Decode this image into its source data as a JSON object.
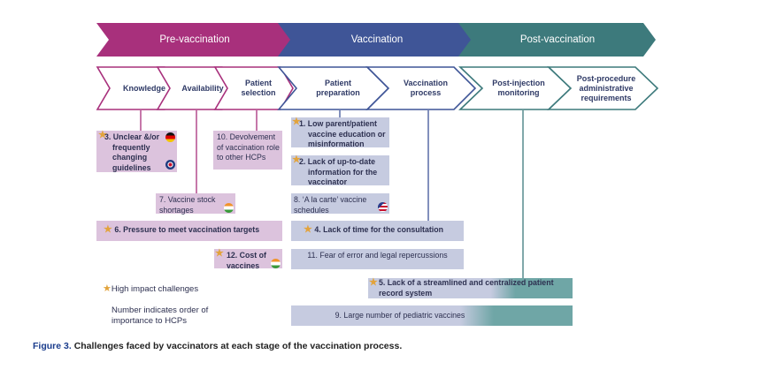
{
  "colors": {
    "pre": "#a8307c",
    "vacc": "#3f5597",
    "post": "#3d7a7c",
    "pink_box": "#dcc3dd",
    "blue_box": "#c6cbe0",
    "teal_box": "#6fa6a6",
    "star": "#e2a33c"
  },
  "phases": [
    {
      "label": "Pre-vaccination"
    },
    {
      "label": "Vaccination"
    },
    {
      "label": "Post-vaccination"
    }
  ],
  "steps": [
    {
      "label": "Knowledge"
    },
    {
      "label": "Availability"
    },
    {
      "label": "Patient selection"
    },
    {
      "label": "Patient preparation"
    },
    {
      "label": "Vaccination process"
    },
    {
      "label": "Post-injection monitoring"
    },
    {
      "label": "Post-procedure administrative requirements"
    }
  ],
  "challenges": {
    "c1": {
      "text": "1. Low parent/patient vaccine education or misinformation",
      "high_impact": true
    },
    "c2": {
      "text": "2. Lack of up-to-date information for the vaccinator",
      "high_impact": true
    },
    "c3": {
      "text": "3. Unclear &/or frequently changing guidelines",
      "high_impact": true,
      "flags": [
        "germany-flag",
        "uk-flag"
      ]
    },
    "c4": {
      "text": "4. Lack of time for the consultation",
      "high_impact": true
    },
    "c5": {
      "text": "5. Lack of a streamlined and centralized patient record system",
      "high_impact": true
    },
    "c6": {
      "text": "6. Pressure to meet vaccination targets",
      "high_impact": true
    },
    "c7": {
      "text": "7. Vaccine stock shortages",
      "high_impact": false,
      "flags": [
        "india-flag"
      ]
    },
    "c8": {
      "text": "8. ‘A la carte’ vaccine schedules",
      "high_impact": false,
      "flags": [
        "usa-flag"
      ]
    },
    "c9": {
      "text": "9. Large number of pediatric vaccines",
      "high_impact": false
    },
    "c10": {
      "text": "10. Devolvement of vaccination role to other HCPs",
      "high_impact": false
    },
    "c11": {
      "text": "11. Fear of error and legal repercussions",
      "high_impact": false
    },
    "c12": {
      "text": "12. Cost of vaccines",
      "high_impact": true,
      "flags": [
        "india-flag"
      ]
    }
  },
  "legend": {
    "star_label": "High impact challenges",
    "number_label": "Number indicates order of importance to HCPs"
  },
  "caption": {
    "figure": "Figure 3.",
    "text": "Challenges faced by vaccinators at each stage of the vaccination process."
  }
}
